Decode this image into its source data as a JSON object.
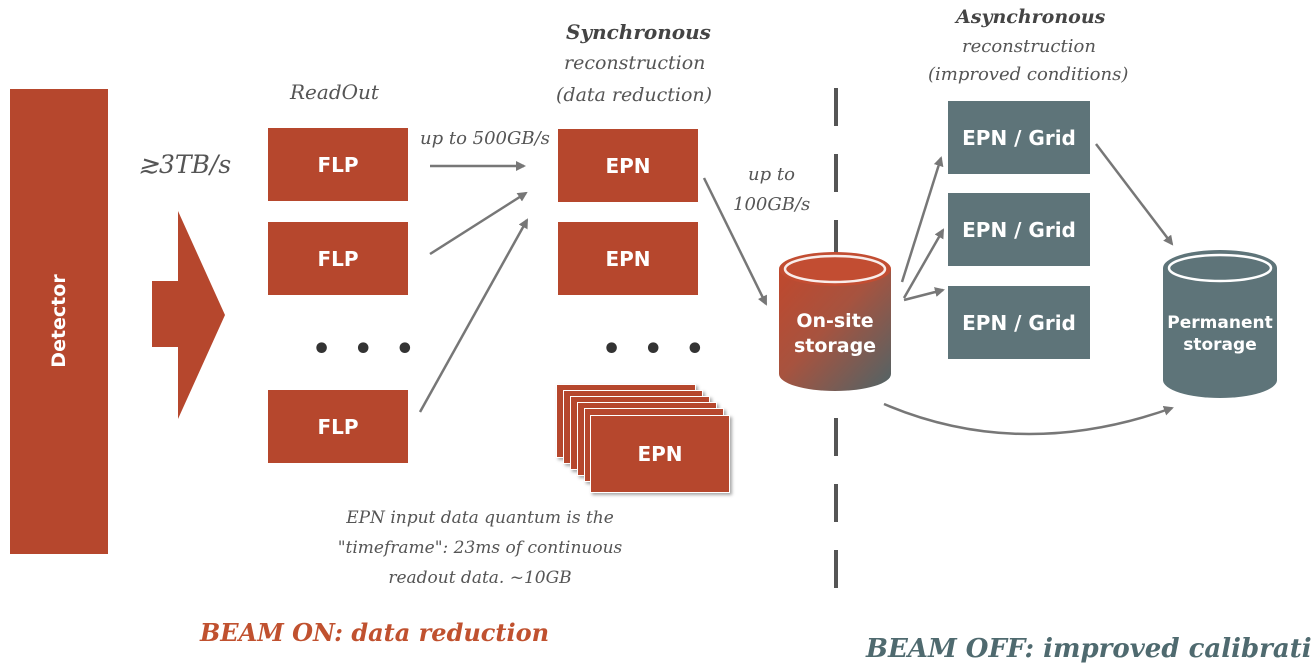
{
  "detector": {
    "label": "Detector"
  },
  "input_rate": "≳3TB/s",
  "readout": {
    "title": "ReadOut",
    "boxes": [
      "FLP",
      "FLP",
      "FLP"
    ],
    "ellipsis": "• • •"
  },
  "flp_to_epn_rate": "up to 500GB/s",
  "synchronous": {
    "title": "Synchronous",
    "subtitle_line1": "reconstruction",
    "subtitle_line2": "(data reduction)",
    "boxes": [
      "EPN",
      "EPN",
      "EPN"
    ],
    "ellipsis": "• • •"
  },
  "epn_to_storage_rate": {
    "line1": "up to",
    "line2": "100GB/s"
  },
  "onsite_storage": {
    "line1": "On-site",
    "line2": "storage"
  },
  "asynchronous": {
    "title": "Asynchronous",
    "subtitle_line1": "reconstruction",
    "subtitle_line2": "(improved conditions)",
    "boxes": [
      "EPN / Grid",
      "EPN / Grid",
      "EPN / Grid"
    ]
  },
  "permanent_storage": {
    "line1": "Permanent",
    "line2": "storage"
  },
  "note": {
    "line1": "EPN input data quantum is the",
    "line2": "\"timeframe\": 23ms of continuous",
    "line3": "readout data. ~10GB"
  },
  "beam_on": "BEAM ON: data reduction",
  "beam_off": "BEAM OFF: improved calibration",
  "colors": {
    "beam_on_color": "#b6472d",
    "box_red": "#b6472d",
    "box_slate": "#5e7479",
    "beam_off_color": "#4f6a6f"
  }
}
